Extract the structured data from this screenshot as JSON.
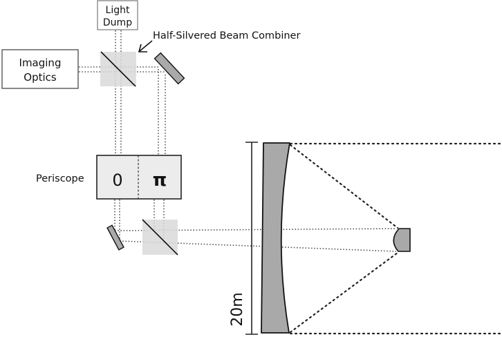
{
  "diagram": {
    "labels": {
      "light_dump_line1": "Light",
      "light_dump_line2": "Dump",
      "beam_combiner": "Half-Silvered Beam Combiner",
      "imaging_optics_line1": "Imaging",
      "imaging_optics_line2": "Optics",
      "periscope": "Periscope",
      "phase_zero": "0",
      "phase_pi": "π",
      "scale": "20m"
    },
    "colors": {
      "optic_fill": "#a9a9a9",
      "splitter_fill": "#d9d9d9",
      "periscope_fill": "#ececec",
      "outline": "#111111"
    }
  }
}
